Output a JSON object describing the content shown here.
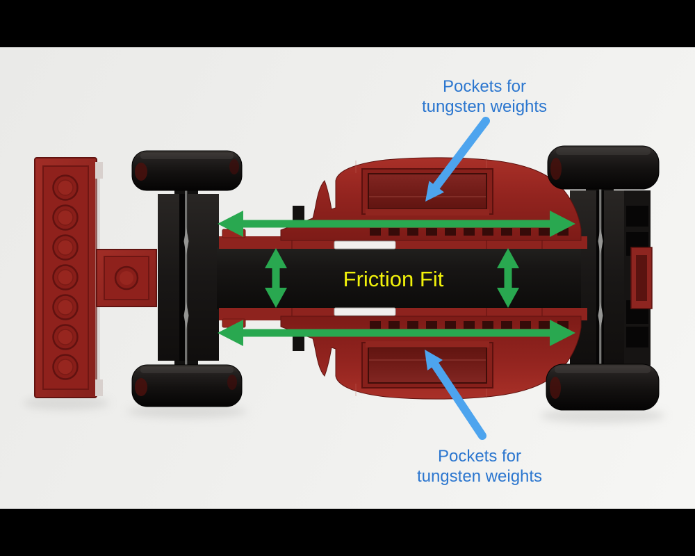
{
  "annotations": {
    "pockets_top": {
      "line1": "Pockets for",
      "line2": "tungsten weights"
    },
    "pockets_bottom": {
      "line1": "Pockets for",
      "line2": "tungsten weights"
    },
    "friction_fit": "Friction Fit"
  },
  "colors": {
    "label_blue": "#2b76cf",
    "arrow_blue": "#4da4ee",
    "arrow_green": "#29a850",
    "friction_yellow": "#f2f20a",
    "lego_red": "#97241f",
    "lego_dark_red": "#6e1a16",
    "part_black": "#171514",
    "canvas_background": "#f0f0ee",
    "letterbox_black": "#000000"
  }
}
